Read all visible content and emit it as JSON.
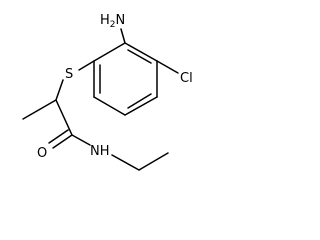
{
  "molecule": {
    "labels": {
      "amine": "H",
      "amine_sub": "2",
      "amine_n": "N",
      "sulfur": "S",
      "chlorine": "Cl",
      "carbonyl_o": "O",
      "amide_n": "N",
      "amide_h": "H"
    },
    "colors": {
      "bond": "#000000",
      "label": "#000000",
      "background": "#ffffff"
    }
  }
}
